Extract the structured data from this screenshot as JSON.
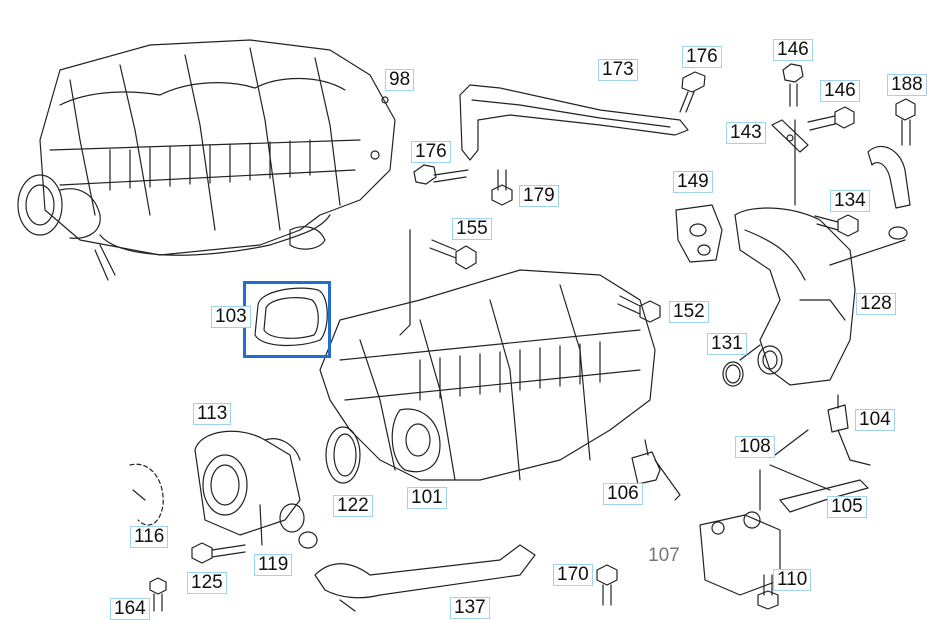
{
  "diagram": {
    "callouts": {
      "c98": "98",
      "c173": "173",
      "c176a": "176",
      "c176b": "176",
      "c146a": "146",
      "c146b": "146",
      "c188": "188",
      "c143": "143",
      "c179": "179",
      "c155": "155",
      "c149": "149",
      "c134": "134",
      "c103": "103",
      "c152": "152",
      "c128": "128",
      "c131": "131",
      "c113": "113",
      "c104": "104",
      "c108": "108",
      "c106": "106",
      "c122": "122",
      "c101": "101",
      "c105": "105",
      "c116": "116",
      "c119": "119",
      "c107": "107",
      "c125": "125",
      "c170": "170",
      "c110": "110",
      "c164": "164",
      "c137": "137"
    },
    "highlight_part": "103",
    "colors": {
      "callout_border": "#9fd3ec",
      "highlight": "#1e6fd0",
      "line": "#222222"
    }
  }
}
